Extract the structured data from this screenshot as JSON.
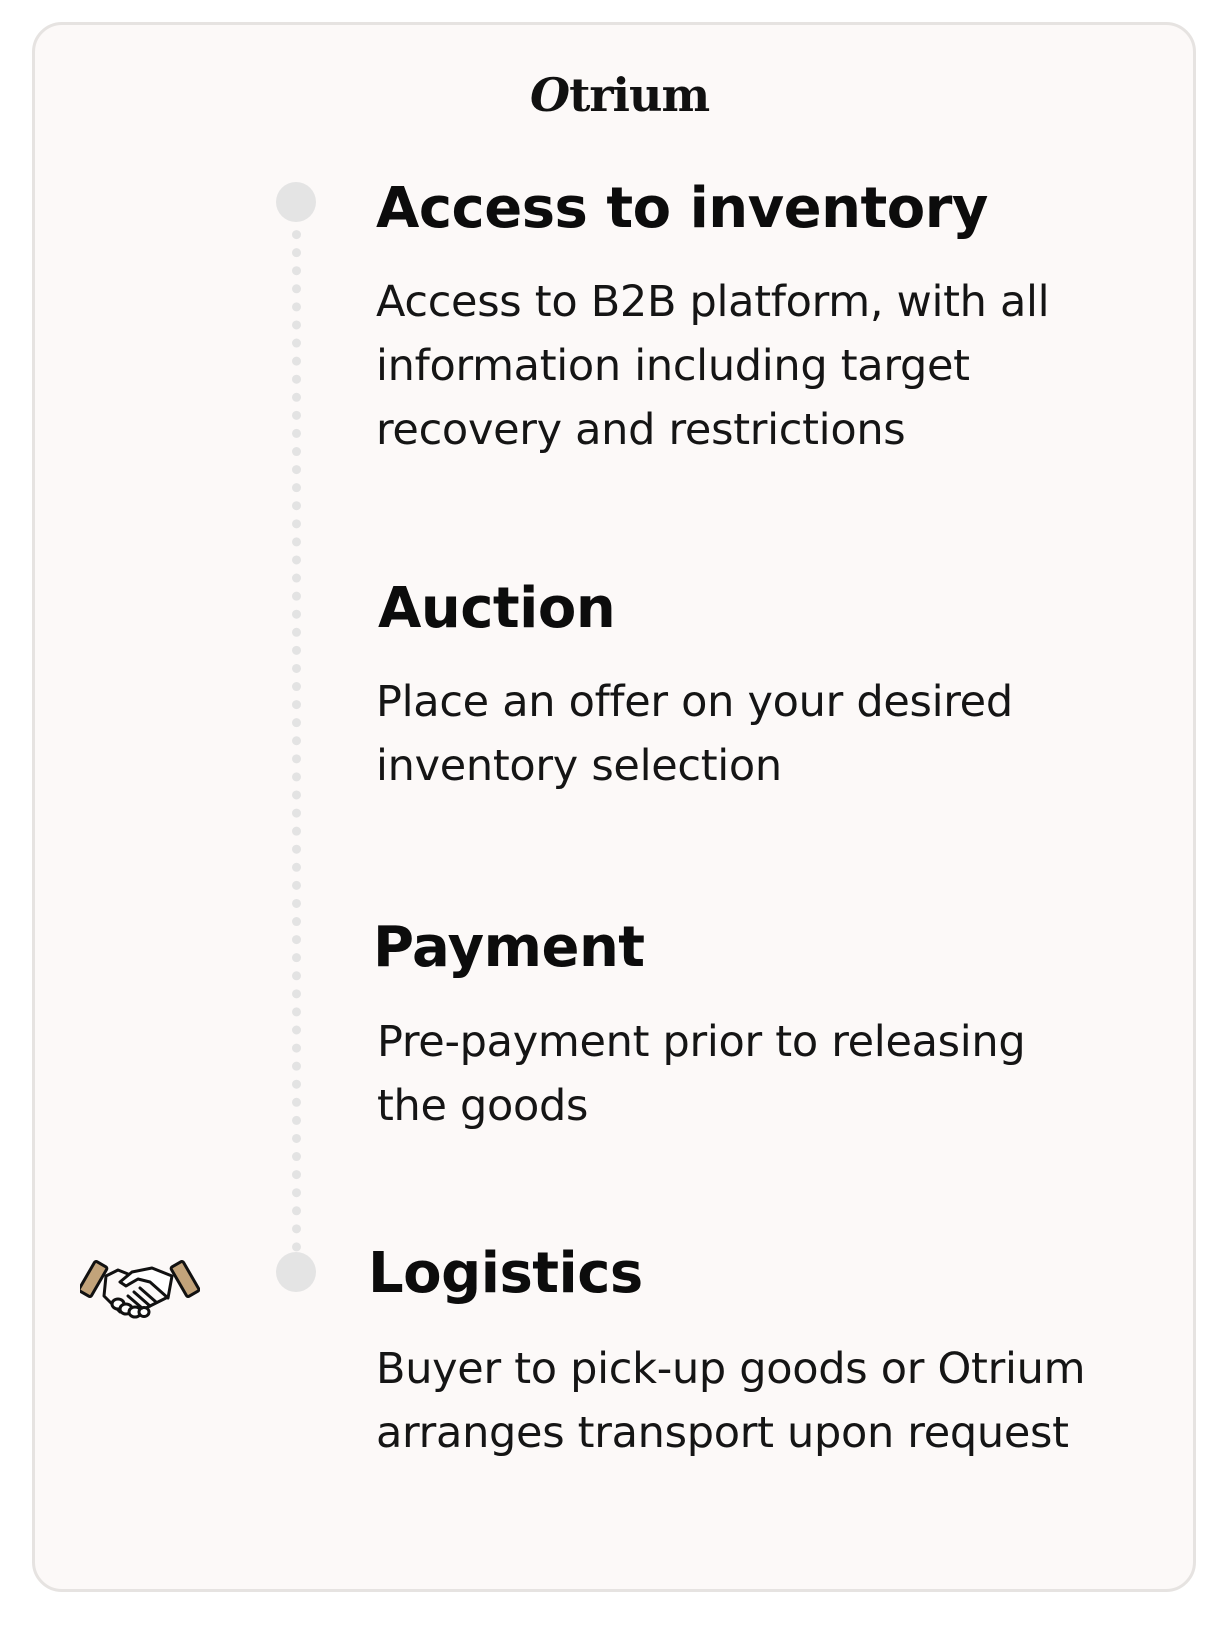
{
  "logo": {
    "first_letter": "O",
    "rest": "trium"
  },
  "steps": [
    {
      "title": "Access to inventory",
      "description": "Access to B2B platform, with all information including target recovery and restrictions"
    },
    {
      "title": "Auction",
      "description": "Place an offer on your desired inventory selection"
    },
    {
      "title": "Payment",
      "description": "Pre-payment prior to releasing the goods"
    },
    {
      "title": "Logistics",
      "description": "Buyer to pick-up goods or Otrium arranges transport upon request"
    }
  ],
  "icons": {
    "handshake": "handshake-icon"
  },
  "colors": {
    "card_background": "#fcf9f8",
    "card_border": "#e6e3e1",
    "timeline": "#e3e3e3",
    "text": "#0c0c0c",
    "cuff": "#c2a37a"
  }
}
